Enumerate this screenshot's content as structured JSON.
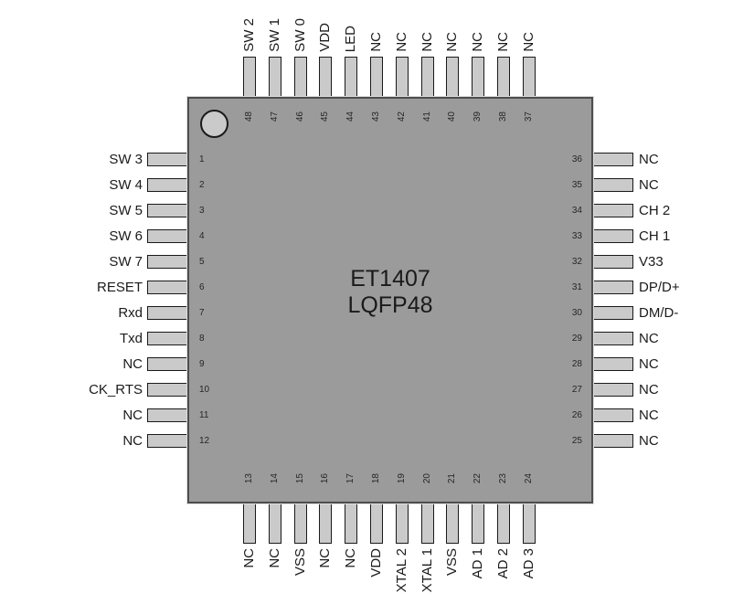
{
  "chip": {
    "part_number": "ET1407",
    "package": "LQFP48"
  },
  "colors": {
    "body_fill": "#9b9b9b",
    "body_border": "#4d4d4d",
    "pin_fill": "#cacaca",
    "pin_border": "#1a1a1a",
    "text": "#1a1a1a"
  },
  "pins": {
    "top": [
      {
        "num": "48",
        "label": "SW 2"
      },
      {
        "num": "47",
        "label": "SW 1"
      },
      {
        "num": "46",
        "label": "SW 0"
      },
      {
        "num": "45",
        "label": "VDD"
      },
      {
        "num": "44",
        "label": "LED"
      },
      {
        "num": "43",
        "label": "NC"
      },
      {
        "num": "42",
        "label": "NC"
      },
      {
        "num": "41",
        "label": "NC"
      },
      {
        "num": "40",
        "label": "NC"
      },
      {
        "num": "39",
        "label": "NC"
      },
      {
        "num": "38",
        "label": "NC"
      },
      {
        "num": "37",
        "label": "NC"
      }
    ],
    "left": [
      {
        "num": "1",
        "label": "SW 3"
      },
      {
        "num": "2",
        "label": "SW 4"
      },
      {
        "num": "3",
        "label": "SW 5"
      },
      {
        "num": "4",
        "label": "SW 6"
      },
      {
        "num": "5",
        "label": "SW 7"
      },
      {
        "num": "6",
        "label": "RESET"
      },
      {
        "num": "7",
        "label": "Rxd"
      },
      {
        "num": "8",
        "label": "Txd"
      },
      {
        "num": "9",
        "label": "NC"
      },
      {
        "num": "10",
        "label": "CK_RTS"
      },
      {
        "num": "11",
        "label": "NC"
      },
      {
        "num": "12",
        "label": "NC"
      }
    ],
    "right": [
      {
        "num": "36",
        "label": "NC"
      },
      {
        "num": "35",
        "label": "NC"
      },
      {
        "num": "34",
        "label": "CH 2"
      },
      {
        "num": "33",
        "label": "CH 1"
      },
      {
        "num": "32",
        "label": "V33"
      },
      {
        "num": "31",
        "label": "DP/D+"
      },
      {
        "num": "30",
        "label": "DM/D-"
      },
      {
        "num": "29",
        "label": "NC"
      },
      {
        "num": "28",
        "label": "NC"
      },
      {
        "num": "27",
        "label": "NC"
      },
      {
        "num": "26",
        "label": "NC"
      },
      {
        "num": "25",
        "label": "NC"
      }
    ],
    "bottom": [
      {
        "num": "13",
        "label": "NC"
      },
      {
        "num": "14",
        "label": "NC"
      },
      {
        "num": "15",
        "label": "VSS"
      },
      {
        "num": "16",
        "label": "NC"
      },
      {
        "num": "17",
        "label": "NC"
      },
      {
        "num": "18",
        "label": "VDD"
      },
      {
        "num": "19",
        "label": "XTAL 2"
      },
      {
        "num": "20",
        "label": "XTAL 1"
      },
      {
        "num": "21",
        "label": "VSS"
      },
      {
        "num": "22",
        "label": "AD 1"
      },
      {
        "num": "23",
        "label": "AD 2"
      },
      {
        "num": "24",
        "label": "AD 3"
      }
    ]
  }
}
